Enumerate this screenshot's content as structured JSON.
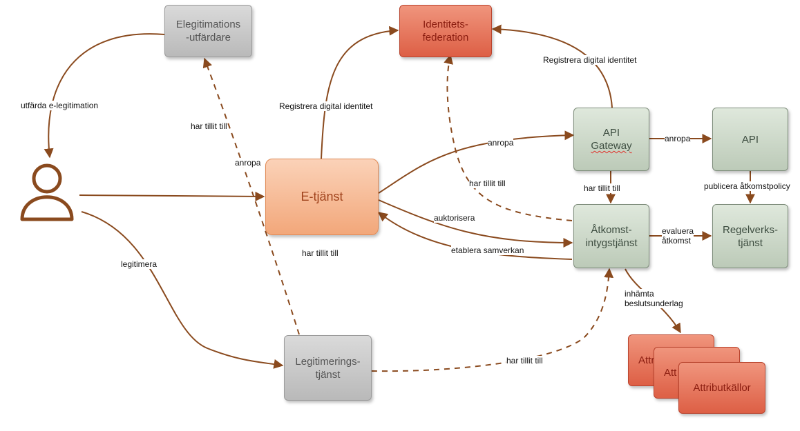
{
  "nodes": {
    "elegitimations": "Elegitimations\n-utfärdare",
    "identitetsfederation": "Identitets-\nfederation",
    "api_gateway_line1": "API",
    "api_gateway_line2": "Gateway",
    "api": "API",
    "etjanst": "E-tjänst",
    "atkomst": "Åtkomst-\nintygstjänst",
    "regelverk": "Regelverks-\ntjänst",
    "legitimering": "Legitimerings-\ntjänst",
    "attribut_back1": "Attr",
    "attribut_back2": "Att",
    "attribut_front": "Attributkällor"
  },
  "edges": {
    "utfarda": "utfärda e-legitimation",
    "har_tillit_elegitim": "har tillit till",
    "anropa_left": "anropa",
    "registrera_left": "Registrera digital identitet",
    "registrera_right": "Registrera digital identitet",
    "anropa_gw": "anropa",
    "anropa_api": "anropa",
    "har_tillit_fed": "har tillit till",
    "har_tillit_gw": "har tillit till",
    "publicera": "publicera åtkomstpolicy",
    "auktorisera": "auktorisera",
    "evaluera": "evaluera\nåtkomst",
    "etablera": "etablera samverkan",
    "har_tillit_etj": "har tillit till",
    "legitimera": "legitimera",
    "inhamta": "inhämta\nbeslutsunderlag",
    "har_tillit_leg": "har tillit till"
  },
  "colors": {
    "arrow": "#8a4a1e",
    "user_icon": "#8a4a1e"
  },
  "icons": {
    "user": "person-icon"
  }
}
